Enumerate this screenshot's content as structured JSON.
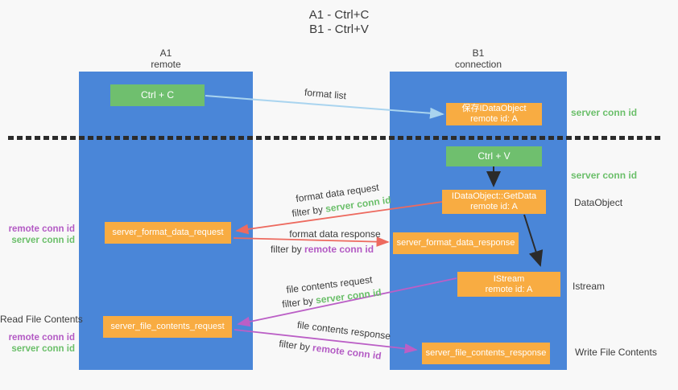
{
  "title": {
    "line1": "A1 - Ctrl+C",
    "line2": "B1 - Ctrl+V"
  },
  "lanes": {
    "a": {
      "title": "A1",
      "subtitle": "remote"
    },
    "b": {
      "title": "B1",
      "subtitle": "connection"
    }
  },
  "nodes": {
    "ctrl_c": {
      "label": "Ctrl + C"
    },
    "save_dataobject": {
      "line1": "保存IDataObject",
      "line2": "remote id: A"
    },
    "ctrl_v": {
      "label": "Ctrl + V"
    },
    "getdata": {
      "line1": "IDataObject::GetData",
      "line2": "remote id: A"
    },
    "format_request": {
      "label": "server_format_data_request"
    },
    "format_response": {
      "label": "server_format_data_response"
    },
    "istream": {
      "line1": "IStream",
      "line2": "remote id: A"
    },
    "file_request": {
      "label": "server_file_contents_request"
    },
    "file_response": {
      "label": "server_file_contents_response"
    }
  },
  "edge_labels": {
    "format_list": "format list",
    "format_data_request": "format data request",
    "format_data_response": "format data response",
    "file_contents_request": "file contents request",
    "file_contents_response": "file contents response",
    "filter_by": "filter by",
    "server_conn_id": "server conn id",
    "remote_conn_id": "remote conn id"
  },
  "side_labels": {
    "left_top": {
      "line1": "remote conn id",
      "line2": "server conn id"
    },
    "read_file_contents": "Read File Contents",
    "left_bottom": {
      "line1": "remote conn id",
      "line2": "server conn id"
    },
    "right_server_conn_1": "server conn id",
    "right_server_conn_2": "server conn id",
    "dataobject": "DataObject",
    "istream": "Istream",
    "write_file_contents": "Write File Contents"
  },
  "colors": {
    "lane_blue": "#4a86d8",
    "node_green": "#6fbf6e",
    "node_orange": "#f8ac42",
    "arrow_red": "#ed6a5f",
    "arrow_purple": "#bb5fc6",
    "arrow_light_blue": "#a9d4ef",
    "arrow_black": "#2b2b2b",
    "text_green": "#6bbf6a",
    "text_purple": "#b35ac4",
    "text_dark": "#3c3c3c",
    "background": "#f8f8f8"
  }
}
